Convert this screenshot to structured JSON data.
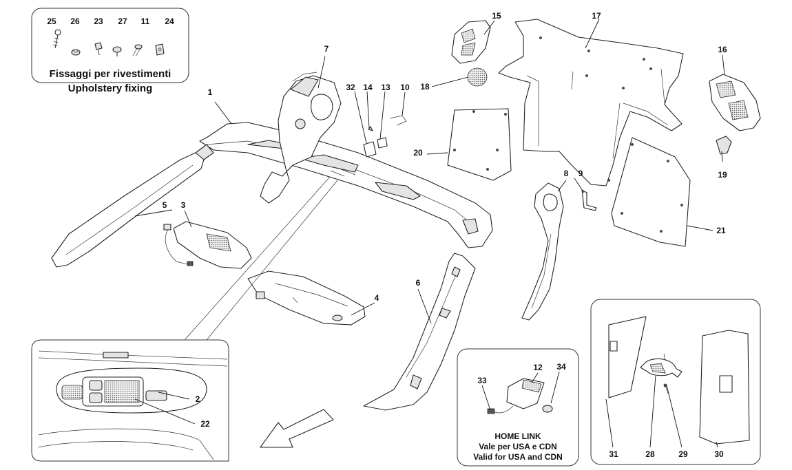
{
  "fixings_box": {
    "codes": [
      "25",
      "26",
      "23",
      "27",
      "11",
      "24"
    ],
    "title_it": "Fissaggi per rivestimenti",
    "title_en": "Upholstery fixing"
  },
  "home_link_box": {
    "title": "HOME LINK",
    "line_it": "Vale per USA e CDN",
    "line_en": "Valid for USA and CDN",
    "codes": [
      "12",
      "33",
      "34"
    ]
  },
  "callouts": [
    "1",
    "2",
    "3",
    "4",
    "5",
    "6",
    "7",
    "8",
    "9",
    "10",
    "13",
    "14",
    "15",
    "16",
    "17",
    "18",
    "19",
    "20",
    "21",
    "22",
    "28",
    "29",
    "30",
    "31",
    "32"
  ]
}
